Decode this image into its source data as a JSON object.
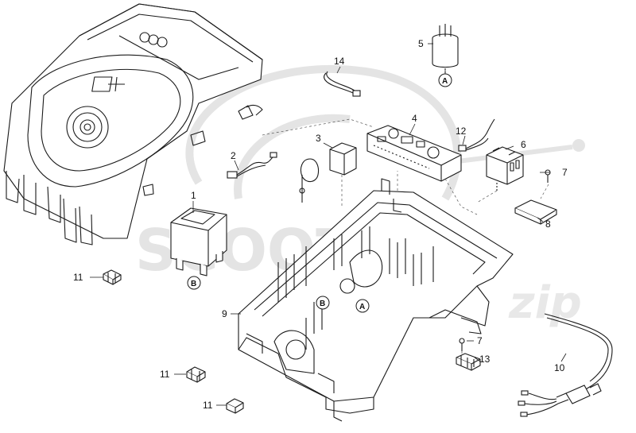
{
  "watermark": {
    "brand": "SCOOTER",
    "suffix": "zip"
  },
  "colors": {
    "line": "#1a1a1a",
    "watermark": "#e4e4e4",
    "paper": "#ffffff"
  },
  "callouts": {
    "c1": "1",
    "c2": "2",
    "c3": "3",
    "c4": "4",
    "c5": "5",
    "c6": "6",
    "c7a": "7",
    "c7b": "7",
    "c8": "8",
    "c9": "9",
    "c10": "10",
    "c11a": "11",
    "c11b": "11",
    "c11c": "11",
    "c12": "12",
    "c13": "13",
    "c14": "14"
  },
  "tags": {
    "a_top": "A",
    "a_tray": "A",
    "b_tray": "B",
    "b_transformer": "B"
  }
}
